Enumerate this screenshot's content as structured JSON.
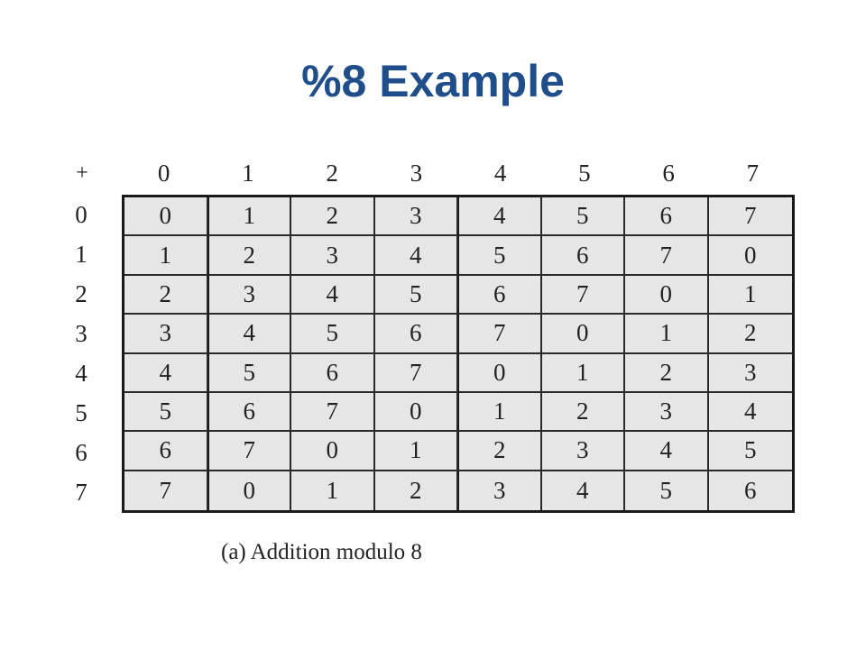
{
  "title": "%8 Example",
  "table": {
    "operator": "+",
    "column_headers": [
      "0",
      "1",
      "2",
      "3",
      "4",
      "5",
      "6",
      "7"
    ],
    "row_headers": [
      "0",
      "1",
      "2",
      "3",
      "4",
      "5",
      "6",
      "7"
    ],
    "rows": [
      [
        "0",
        "1",
        "2",
        "3",
        "4",
        "5",
        "6",
        "7"
      ],
      [
        "1",
        "2",
        "3",
        "4",
        "5",
        "6",
        "7",
        "0"
      ],
      [
        "2",
        "3",
        "4",
        "5",
        "6",
        "7",
        "0",
        "1"
      ],
      [
        "3",
        "4",
        "5",
        "6",
        "7",
        "0",
        "1",
        "2"
      ],
      [
        "4",
        "5",
        "6",
        "7",
        "0",
        "1",
        "2",
        "3"
      ],
      [
        "5",
        "6",
        "7",
        "0",
        "1",
        "2",
        "3",
        "4"
      ],
      [
        "6",
        "7",
        "0",
        "1",
        "2",
        "3",
        "4",
        "5"
      ],
      [
        "7",
        "0",
        "1",
        "2",
        "3",
        "4",
        "5",
        "6"
      ]
    ]
  },
  "caption": "(a) Addition modulo 8"
}
